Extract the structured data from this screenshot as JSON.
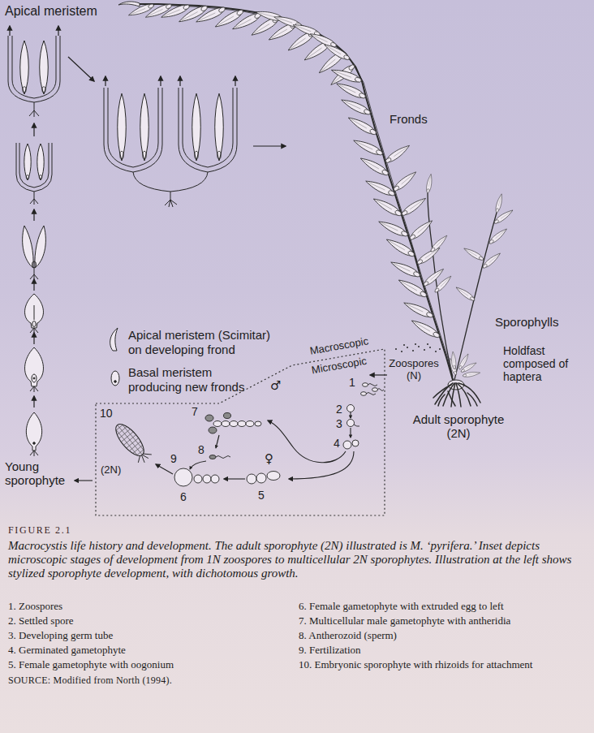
{
  "diagram": {
    "title": "FIGURE 2.1",
    "caption": "Macrocystis life history and development. The adult sporophyte (2N) illustrated is M. ‘pyrifera.’ Inset depicts microscopic stages of development from 1N zoospores to multicellular 2N sporophytes. Illustration at the left shows stylized sporophyte development, with dichotomous growth.",
    "nodes": [
      {
        "text": [
          "Microscopic"
        ]
      }
    ],
    "labels": [
      "Apical meristem",
      "Fronds",
      "Sporophylls",
      "Holdfast composed of haptera",
      "Adult sporophyte (2N)",
      "Zoospores (N)",
      "Macroscopic",
      "1",
      "2",
      "3",
      "4",
      "♂",
      "7",
      "8",
      "9",
      "5",
      "♀",
      "6",
      "10",
      "(2N)",
      "Young sporophyte",
      "1. Zoospores",
      "2. Settled spore",
      "3. Developing germ tube",
      "4. Germinated gametophyte",
      "5. Female gametophyte with oogonium",
      "6. Female gametophyte with extruded egg to left",
      "7. Multicellular male gametophyte with antheridia",
      "8. Antherozoid (sperm)",
      "9. Fertilization",
      "10. Embryonic sporophyte with rhizoids for attachment",
      "SOURCE: Modified from North (1994)."
    ],
    "legend": [
      {
        "text": "Apical meristem (Scimitar) on developing frond"
      },
      {
        "text": "Basal meristem producing new fronds"
      }
    ]
  }
}
